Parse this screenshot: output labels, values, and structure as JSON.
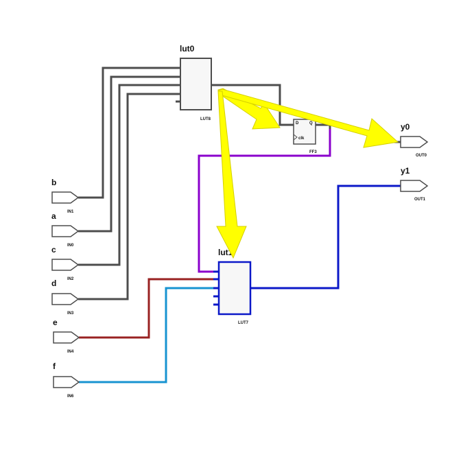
{
  "inputs": [
    {
      "name": "b",
      "port": "IN1"
    },
    {
      "name": "a",
      "port": "IN0"
    },
    {
      "name": "c",
      "port": "IN2"
    },
    {
      "name": "d",
      "port": "IN3"
    },
    {
      "name": "e",
      "port": "IN4"
    },
    {
      "name": "f",
      "port": "IN6"
    }
  ],
  "outputs": [
    {
      "name": "y0",
      "port": "OUT0"
    },
    {
      "name": "y1",
      "port": "OUT1"
    }
  ],
  "cells": {
    "lut0": {
      "name": "lut0",
      "type": "LUT8"
    },
    "lut1": {
      "name": "lut1",
      "type": "LUT7"
    },
    "ff": {
      "type": "FF3",
      "pin_d": "D",
      "pin_q": "Q",
      "pin_clk": "clk"
    }
  },
  "colors": {
    "bus_gray": "#4d4d4d",
    "net_purple": "#8a00cc",
    "net_blue": "#0b18c8",
    "net_red": "#992222",
    "net_cyan": "#1793d1",
    "highlight_arrow": "#ffff00",
    "selected_cell": "#0b18c8",
    "cell_fill": "#f7f7f7"
  }
}
